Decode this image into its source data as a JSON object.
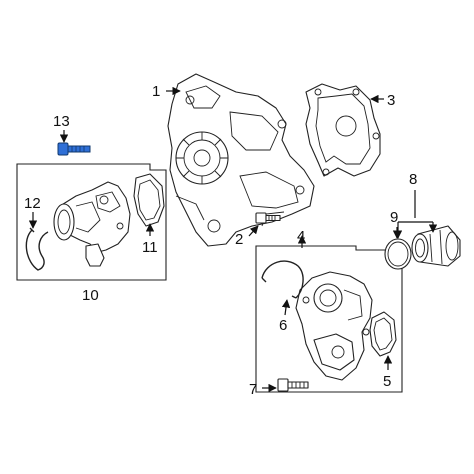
{
  "callouts": {
    "c1": "1",
    "c2": "2",
    "c3": "3",
    "c4": "4",
    "c5": "5",
    "c6": "6",
    "c7": "7",
    "c8": "8",
    "c9": "9",
    "c10": "10",
    "c11": "11",
    "c12": "12",
    "c13": "13"
  },
  "colors": {
    "highlight": "#2f6fd6",
    "line": "#222222",
    "background": "#ffffff"
  }
}
